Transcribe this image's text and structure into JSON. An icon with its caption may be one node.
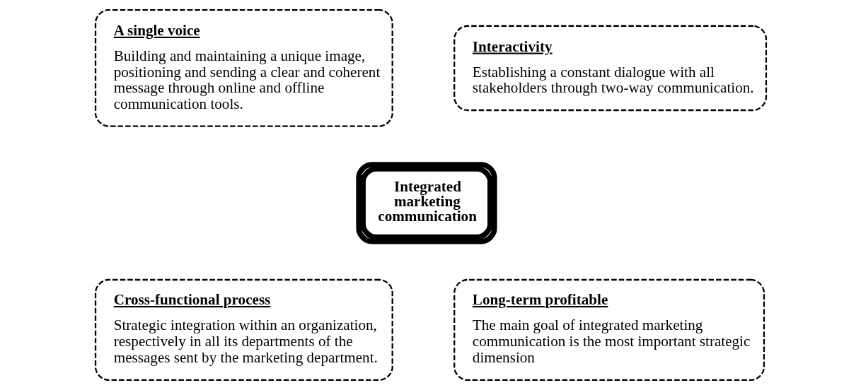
{
  "diagram": {
    "nodes": [
      {
        "text": [
          "A single voice",
          "Building and maintaining a unique image, positioning and sending a clear and coherent message through online and offline communication tools."
        ]
      },
      {
        "text": [
          "Interactivity",
          "Establishing a constant dialogue with all stakeholders through two-way communication."
        ]
      },
      {
        "text": [
          "Integrated marketing communication"
        ]
      },
      {
        "text": [
          "Cross-functional process",
          "Strategic integration within an organization, respectively in all its departments of the messages sent by the marketing department."
        ]
      },
      {
        "text": [
          "Long-term profitable",
          "The main goal of integrated marketing communication is the most important strategic dimension"
        ]
      }
    ],
    "edges": []
  }
}
